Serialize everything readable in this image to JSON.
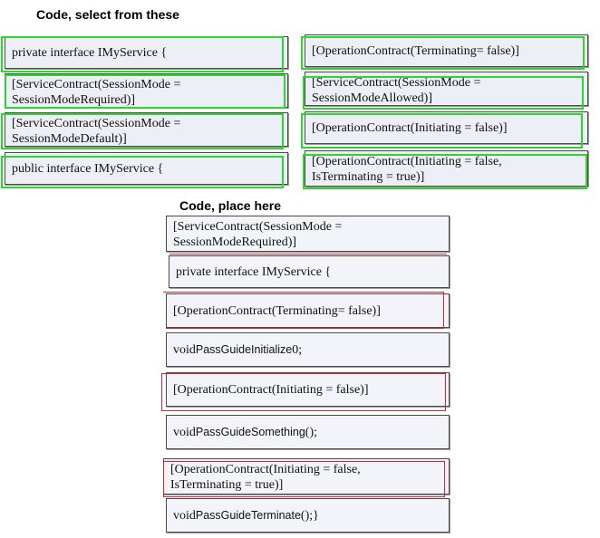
{
  "headings": {
    "select": "Code, select from these",
    "place": "Code, place here"
  },
  "select_left": [
    "private interface IMyService {",
    "[ServiceContract(SessionMode =\nSessionModeRequired)]",
    "[ServiceContract(SessionMode =\nSessionModeDefault)]",
    "public interface IMyService {"
  ],
  "select_right": [
    "[OperationContract(Terminating= false)]",
    "[ServiceContract(SessionMode =\nSessionModeAllowed)]",
    "[OperationContract(Initiating = false)]",
    "[OperationContract(Initiating = false,\nIsTerminating = true)]"
  ],
  "place": [
    "[ServiceContract(SessionMode =\nSessionModeRequired)]",
    "private interface IMyService {",
    "[OperationContract(Terminating= false)]",
    {
      "pre": "void ",
      "name": "PassGuideInitialize",
      "post": "0;"
    },
    "[OperationContract(Initiating = false)]",
    {
      "pre": "void ",
      "name": "PassGuideSomething",
      "post": "();"
    },
    "[OperationContract(Initiating = false,\nIsTerminating = true)]",
    {
      "pre": "void  ",
      "name": "PassGuideTerminate",
      "post": "();}"
    }
  ],
  "colors": {
    "selected_outline": "#2fd52f",
    "error_outline": "#d8242c",
    "box_fill": "#eceff6"
  }
}
